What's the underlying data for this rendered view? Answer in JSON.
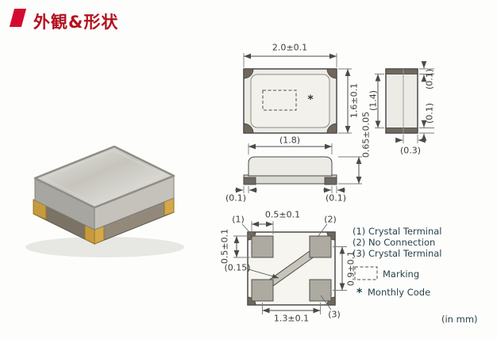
{
  "header": {
    "title": "外観&形状"
  },
  "views": {
    "top": {
      "width": "2.0±0.1",
      "height": "1.6±0.1",
      "marking_symbol": "*"
    },
    "side": {
      "lid_width": "(1.8)",
      "overall_thickness": "0.65±0.05",
      "left_margin": "(0.1)",
      "right_margin": "(0.1)"
    },
    "end": {
      "top_margin": "(0.1)",
      "lid_length": "(1.4)",
      "bottom_margin": "(0.1)",
      "base_thickness": "(0.3)"
    },
    "bottom": {
      "pad_width": "0.5±0.1",
      "pad_height": "0.5±0.1",
      "trace_width": "(0.15)",
      "pitch_vertical": "0.9±0.1",
      "pitch_horizontal": "1.3±0.1",
      "pin1": "(1)",
      "pin2": "(2)",
      "pin3": "(3)"
    }
  },
  "legend": {
    "pin1": "(1) Crystal Terminal",
    "pin2": "(2) No Connection",
    "pin3": "(3) Crystal Terminal",
    "marking": "Marking",
    "monthly_code_symbol": "*",
    "monthly_code": "Monthly Code",
    "units": "(in mm)"
  },
  "colors": {
    "accent": "#d40b2e",
    "line": "#4a4a4a",
    "pad_fill": "#adaaa1"
  }
}
